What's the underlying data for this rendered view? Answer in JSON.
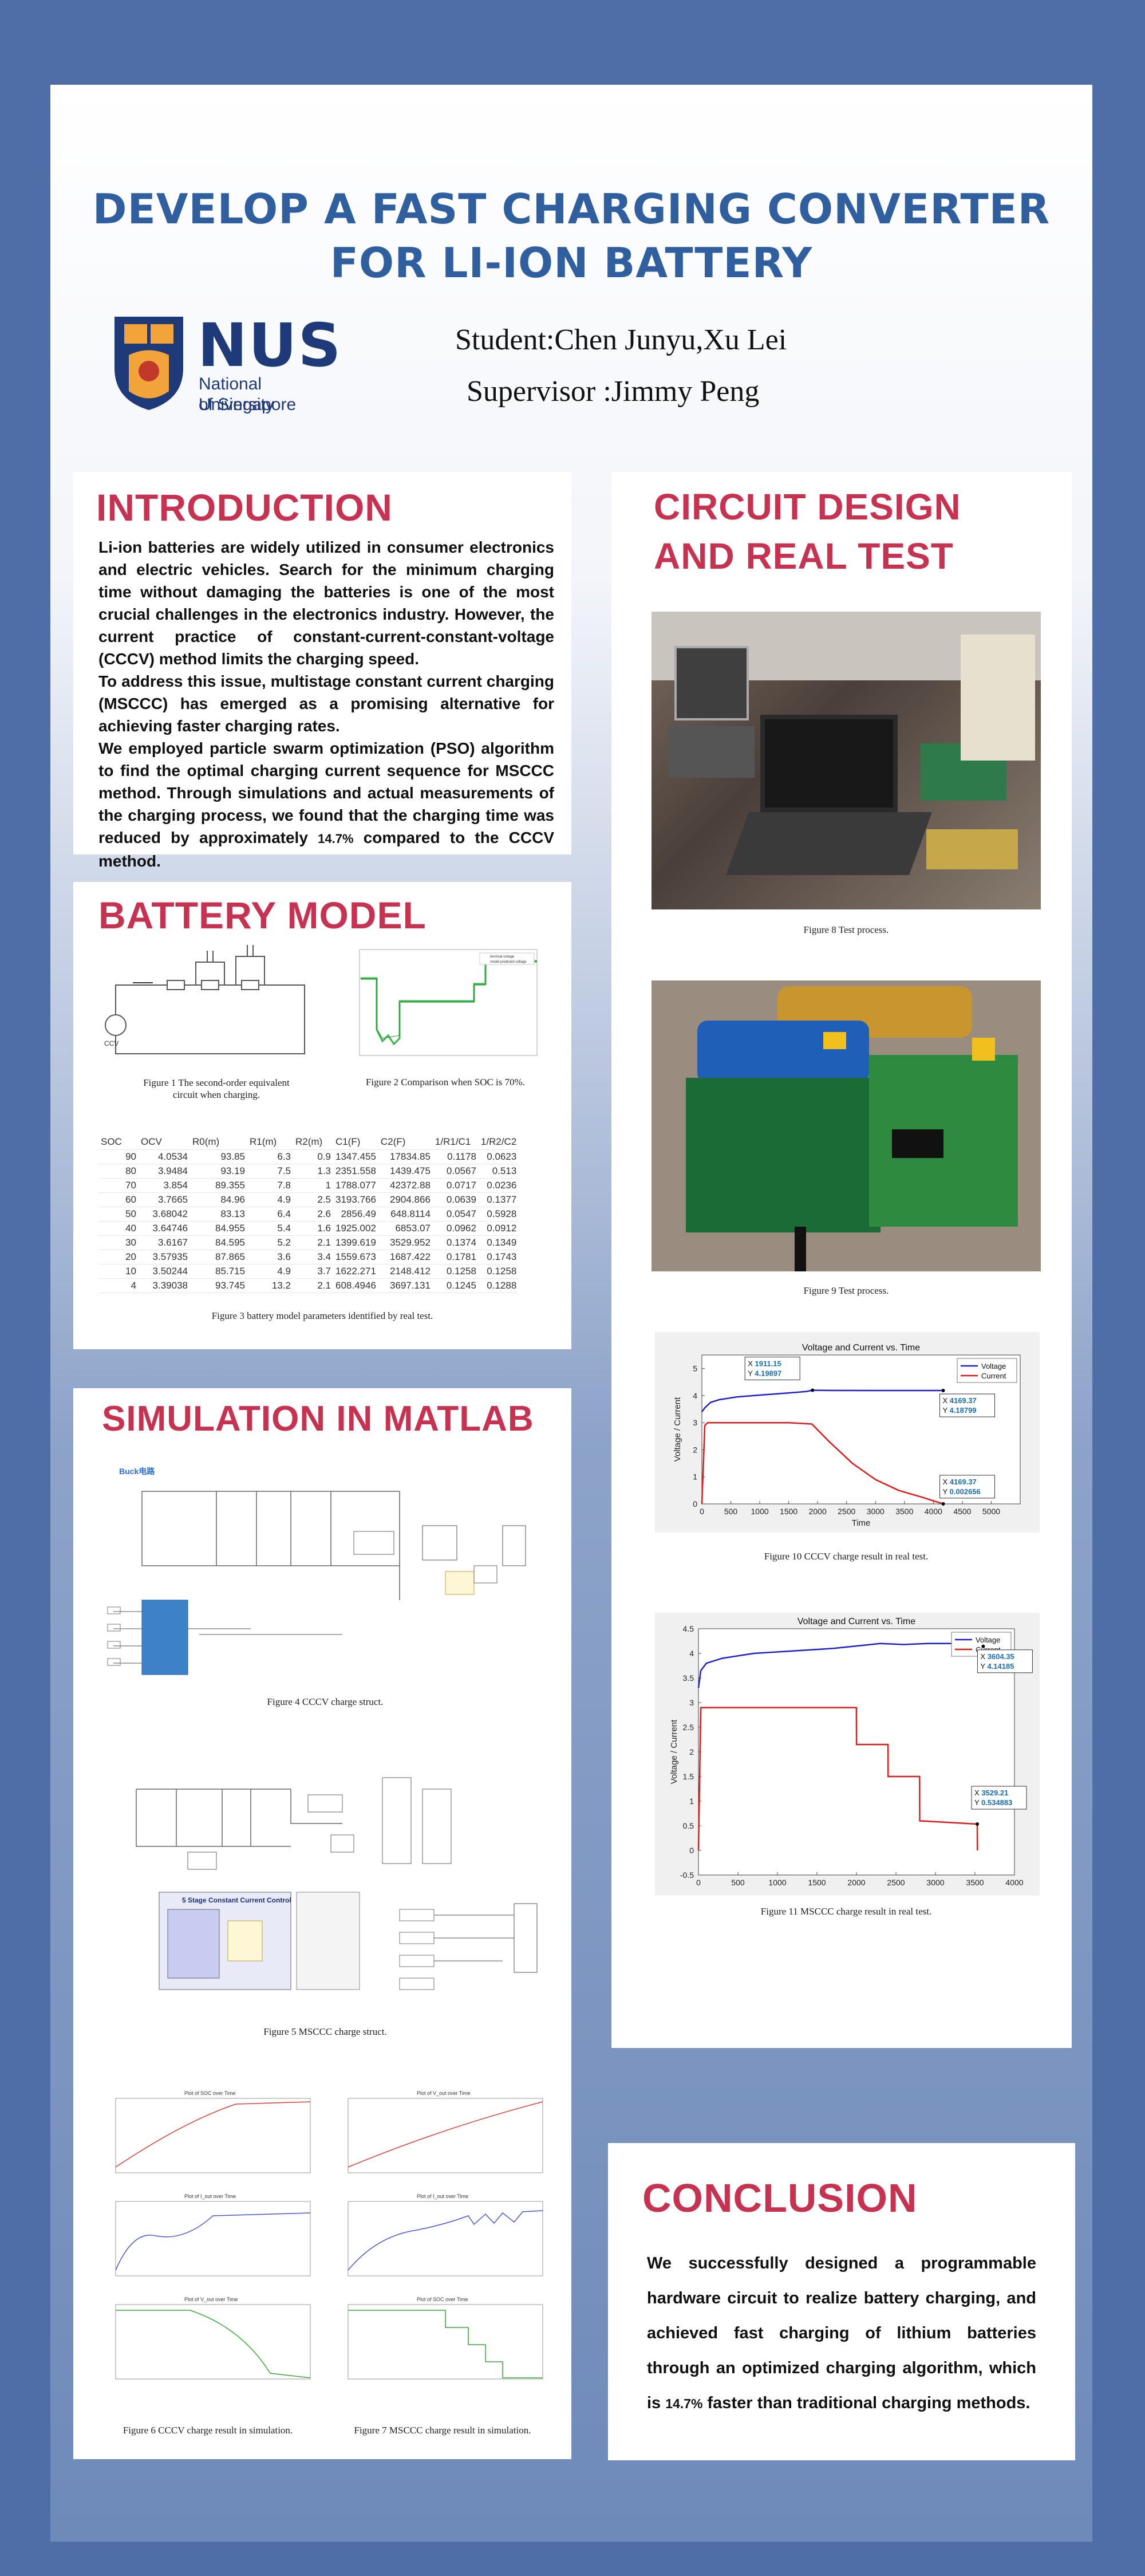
{
  "poster": {
    "title_line1": "DEVELOP A FAST CHARGING CONVERTER",
    "title_line2": "FOR LI-ION BATTERY",
    "logo_name": "NUS",
    "logo_sub1": "National University",
    "logo_sub2": "of Singapore",
    "student": "Student:Chen Junyu,Xu Lei",
    "supervisor": "Supervisor :Jimmy Peng"
  },
  "colors": {
    "title": "#2f5f9f",
    "heading": "#c73251",
    "voltage": "#1f1fd0",
    "current": "#e01a1a",
    "background": "#4f6ea8"
  },
  "intro": {
    "heading": "INTRODUCTION",
    "p1": "Li-ion batteries are widely utilized in consumer electronics and electric vehicles. Search for the minimum charging time without damaging the batteries is one of the most crucial challenges in the electronics industry. However, the current practice of constant-current-constant-voltage (CCCV) method limits the charging speed.",
    "p2": "To address this issue, multistage constant current charging (MSCCC) has emerged as a promising alternative for achieving faster charging rates.",
    "p3a": "We employed particle swarm optimization (PSO) algorithm to find the optimal charging current sequence for MSCCC method. Through simulations and actual measurements of the charging process, we found that the charging time was reduced by approximately ",
    "p3b": "14.7%",
    "p3c": " compared to the CCCV method."
  },
  "battery": {
    "heading": "BATTERY MODEL",
    "fig1_line1": "Figure 1 The second-order equivalent",
    "fig1_line2": "circuit when charging.",
    "fig2": "Figure 2 Comparison when SOC is 70%.",
    "fig3": "Figure 3 battery model parameters identified by real test.",
    "ccv_label": "CCV",
    "fig2_legend": [
      "terminal voltage",
      "model predicted voltage"
    ],
    "table": {
      "headers": [
        "SOC",
        "OCV",
        "R0(m)",
        "R1(m)",
        "R2(m)",
        "C1(F)",
        "C2(F)",
        "1/R1/C1",
        "1/R2/C2"
      ],
      "rows": [
        [
          "90",
          "4.0534",
          "93.85",
          "6.3",
          "0.9",
          "1347.455",
          "17834.85",
          "0.1178",
          "0.0623"
        ],
        [
          "80",
          "3.9484",
          "93.19",
          "7.5",
          "1.3",
          "2351.558",
          "1439.475",
          "0.0567",
          "0.513"
        ],
        [
          "70",
          "3.854",
          "89.355",
          "7.8",
          "1",
          "1788.077",
          "42372.88",
          "0.0717",
          "0.0236"
        ],
        [
          "60",
          "3.7665",
          "84.96",
          "4.9",
          "2.5",
          "3193.766",
          "2904.866",
          "0.0639",
          "0.1377"
        ],
        [
          "50",
          "3.68042",
          "83.13",
          "6.4",
          "2.6",
          "2856.49",
          "648.8114",
          "0.0547",
          "0.5928"
        ],
        [
          "40",
          "3.64746",
          "84.955",
          "5.4",
          "1.6",
          "1925.002",
          "6853.07",
          "0.0962",
          "0.0912"
        ],
        [
          "30",
          "3.6167",
          "84.595",
          "5.2",
          "2.1",
          "1399.619",
          "3529.952",
          "0.1374",
          "0.1349"
        ],
        [
          "20",
          "3.57935",
          "87.865",
          "3.6",
          "3.4",
          "1559.673",
          "1687.422",
          "0.1781",
          "0.1743"
        ],
        [
          "10",
          "3.50244",
          "85.715",
          "4.9",
          "3.7",
          "1622.271",
          "2148.412",
          "0.1258",
          "0.1258"
        ],
        [
          "4",
          "3.39038",
          "93.745",
          "13.2",
          "2.1",
          "608.4946",
          "3697.131",
          "0.1245",
          "0.1288"
        ]
      ]
    }
  },
  "sim": {
    "heading": "SIMULATION IN MATLAB",
    "fig4": "Figure 4 CCCV charge struct.",
    "fig5": "Figure 5 MSCCC charge struct.",
    "fig6": "Figure 6 CCCV charge result in simulation.",
    "fig7": "Figure 7 MSCCC charge result in simulation.",
    "block_title": "5 Stage Constant Current Control",
    "buck_label": "Buck电路",
    "sub_plot_titles": [
      "Plot of SOC over Time",
      "Plot of V_out over Time",
      "Plot of I_out over Time"
    ]
  },
  "circuit": {
    "heading_line1": "CIRCUIT   DESIGN",
    "heading_line2": "AND REAL TEST",
    "fig8": "Figure 8 Test process.",
    "fig9": "Figure 9 Test process.",
    "fig10": "Figure 10 CCCV charge result in real test.",
    "fig11": "Figure 11 MSCCC charge result in real test."
  },
  "conclusion": {
    "heading": "CONCLUSION",
    "text_a": "We successfully designed a programmable hardware circuit to realize battery charging, and achieved fast charging of lithium batteries through an optimized charging algorithm, which is ",
    "text_b": "14.7%",
    "text_c": " faster than traditional charging methods."
  },
  "chart_data": [
    {
      "type": "line",
      "title": "Voltage and Current vs. Time",
      "xlabel": "Time",
      "ylabel": "Voltage / Current",
      "xlim": [
        0,
        5500
      ],
      "ylim": [
        0,
        5.5
      ],
      "xticks": [
        0,
        500,
        1000,
        1500,
        2000,
        2500,
        3000,
        3500,
        4000,
        4500,
        5000
      ],
      "yticks": [
        0,
        1,
        2,
        3,
        4,
        5
      ],
      "legend": "top-right",
      "series": [
        {
          "name": "Voltage",
          "x": [
            0,
            50,
            150,
            300,
            600,
            1000,
            1500,
            1800,
            1911.15,
            2200,
            3000,
            4000,
            4169.37
          ],
          "y": [
            3.4,
            3.55,
            3.75,
            3.85,
            3.95,
            4.02,
            4.1,
            4.15,
            4.19897,
            4.19,
            4.188,
            4.188,
            4.18799
          ]
        },
        {
          "name": "Current",
          "x": [
            0,
            50,
            100,
            500,
            1000,
            1500,
            1900,
            2200,
            2600,
            3000,
            3400,
            3800,
            4169.37
          ],
          "y": [
            0,
            2.9,
            3.0,
            3.0,
            3.0,
            3.0,
            2.95,
            2.3,
            1.5,
            0.9,
            0.5,
            0.25,
            0.002656
          ]
        }
      ],
      "annotations": [
        {
          "x": "1911.15",
          "y": "4.19897"
        },
        {
          "x": "4169.37",
          "y": "4.18799"
        },
        {
          "x": "4169.37",
          "y": "0.002656"
        }
      ]
    },
    {
      "type": "line",
      "title": "Voltage and Current vs. Time",
      "xlabel": "",
      "ylabel": "Voltage / Current",
      "xlim": [
        0,
        4000
      ],
      "ylim": [
        -0.5,
        4.5
      ],
      "xticks": [
        0,
        500,
        1000,
        1500,
        2000,
        2500,
        3000,
        3500,
        4000
      ],
      "yticks": [
        -0.5,
        0,
        0.5,
        1,
        1.5,
        2,
        2.5,
        3,
        3.5,
        4,
        4.5
      ],
      "legend": "top-right",
      "series": [
        {
          "name": "Voltage",
          "x": [
            0,
            30,
            100,
            300,
            700,
            1200,
            1700,
            2000,
            2300,
            2600,
            2900,
            3200,
            3400,
            3604.35
          ],
          "y": [
            3.3,
            3.65,
            3.8,
            3.9,
            4.0,
            4.05,
            4.1,
            4.15,
            4.2,
            4.18,
            4.2,
            4.2,
            4.22,
            4.14185
          ]
        },
        {
          "name": "Current",
          "x": [
            0,
            30,
            100,
            1000,
            1999,
            2001,
            2399,
            2401,
            2799,
            2801,
            3529.21,
            3531
          ],
          "y": [
            0,
            2.9,
            2.9,
            2.9,
            2.9,
            2.15,
            2.15,
            1.5,
            1.5,
            0.6,
            0.534883,
            0
          ]
        }
      ],
      "annotations": [
        {
          "x": "3604.35",
          "y": "4.14185"
        },
        {
          "x": "3529.21",
          "y": "0.534883"
        }
      ]
    }
  ]
}
